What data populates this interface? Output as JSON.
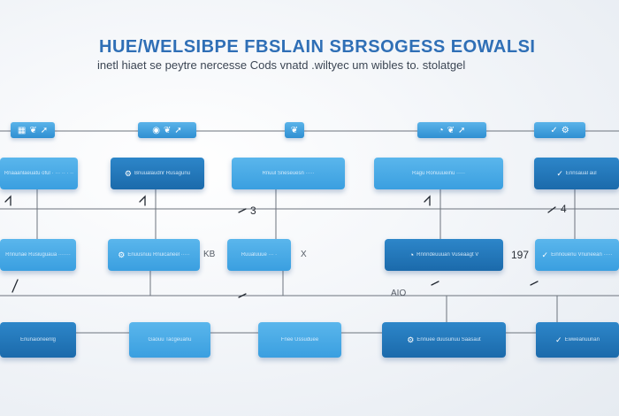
{
  "header": {
    "title": "HUE/WELSIBPE FBSLAIN SBRSOGESS EOWALSI",
    "subtitle": "inetl hiaet se peytre nercesse Cods vnatd .wiltyec um wibles to. stolatgel"
  },
  "icon_rows": [
    {
      "icons": [
        "grid-icon",
        "leaf-icon",
        "arrow-icon"
      ]
    },
    {
      "icons": [
        "eye-icon",
        "leaf-icon",
        "arrow-icon"
      ]
    },
    {
      "icons": [
        "leaf-icon"
      ]
    },
    {
      "icons": [
        "chart-icon",
        "leaf-icon",
        "arrow-icon"
      ]
    },
    {
      "icons": [
        "check-icon",
        "gear-icon"
      ]
    }
  ],
  "nodes": {
    "r1": [
      {
        "text": "Rnaaanlaeuatu oful  ·  ··· ··  · ··",
        "style": "light",
        "icon": ""
      },
      {
        "text": "Bnuualaudnr Rusagunu",
        "style": "dark",
        "icon": "gear-icon"
      },
      {
        "text": "Rnuul Sneseuesn  ·····",
        "style": "light",
        "icon": ""
      },
      {
        "text": "Ragu Ronuuueinu  ·····",
        "style": "light",
        "icon": ""
      },
      {
        "text": "Ennsaual aul",
        "style": "dark",
        "icon": "check-icon"
      }
    ],
    "r2": [
      {
        "text": "Rnnunae Rusiuguaua  ·······",
        "style": "light",
        "icon": ""
      },
      {
        "text": "Enuusnuu Rnuicaneel  ·····",
        "style": "light",
        "icon": "gear-icon"
      },
      {
        "text": "Ruualuuue  ··· ·",
        "style": "light",
        "icon": ""
      },
      {
        "text": "Rnnndeuuuan Vuseaagt  V",
        "style": "dark",
        "icon": "chart-icon"
      },
      {
        "text": "Einnouenu Vnuneean  ·····",
        "style": "light",
        "icon": "check-icon"
      }
    ],
    "r3": [
      {
        "text": "Enunaioneenlg",
        "style": "dark",
        "icon": ""
      },
      {
        "text": "Gaouu Tacgeuanu",
        "style": "light",
        "icon": ""
      },
      {
        "text": "Fnee Ussuduee",
        "style": "light",
        "icon": ""
      },
      {
        "text": "Ennuee duusunuu Saasaut",
        "style": "dark",
        "icon": "gear-icon"
      },
      {
        "text": "Ewweanuunan",
        "style": "dark",
        "icon": "check-icon"
      }
    ]
  },
  "labels": {
    "label_3": "3",
    "label_4": "4",
    "label_97": "197",
    "label_kb": "KB",
    "label_x": "X",
    "label_aio": "AIO"
  }
}
